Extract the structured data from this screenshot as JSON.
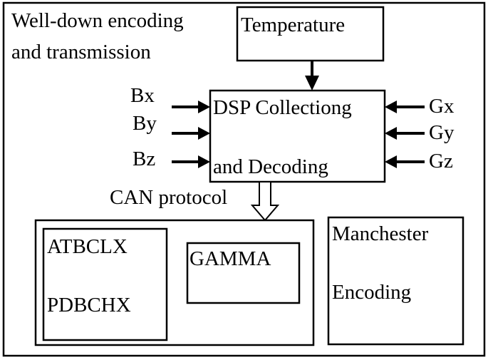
{
  "diagram": {
    "outer_title_line1": "Well-down encoding",
    "outer_title_line2": "and transmission",
    "temperature": "Temperature",
    "dsp_line1": "DSP Collectiong",
    "dsp_line2": "and Decoding",
    "inputs_left": [
      "Bx",
      "By",
      "Bz"
    ],
    "inputs_right": [
      "Gx",
      "Gy",
      "Gz"
    ],
    "protocol": "CAN protocol",
    "tool_box_line1": "ATBCLX",
    "tool_box_line2": "PDBCHX",
    "gamma": "GAMMA",
    "manchester_line1": "Manchester",
    "manchester_line2": "Encoding"
  }
}
